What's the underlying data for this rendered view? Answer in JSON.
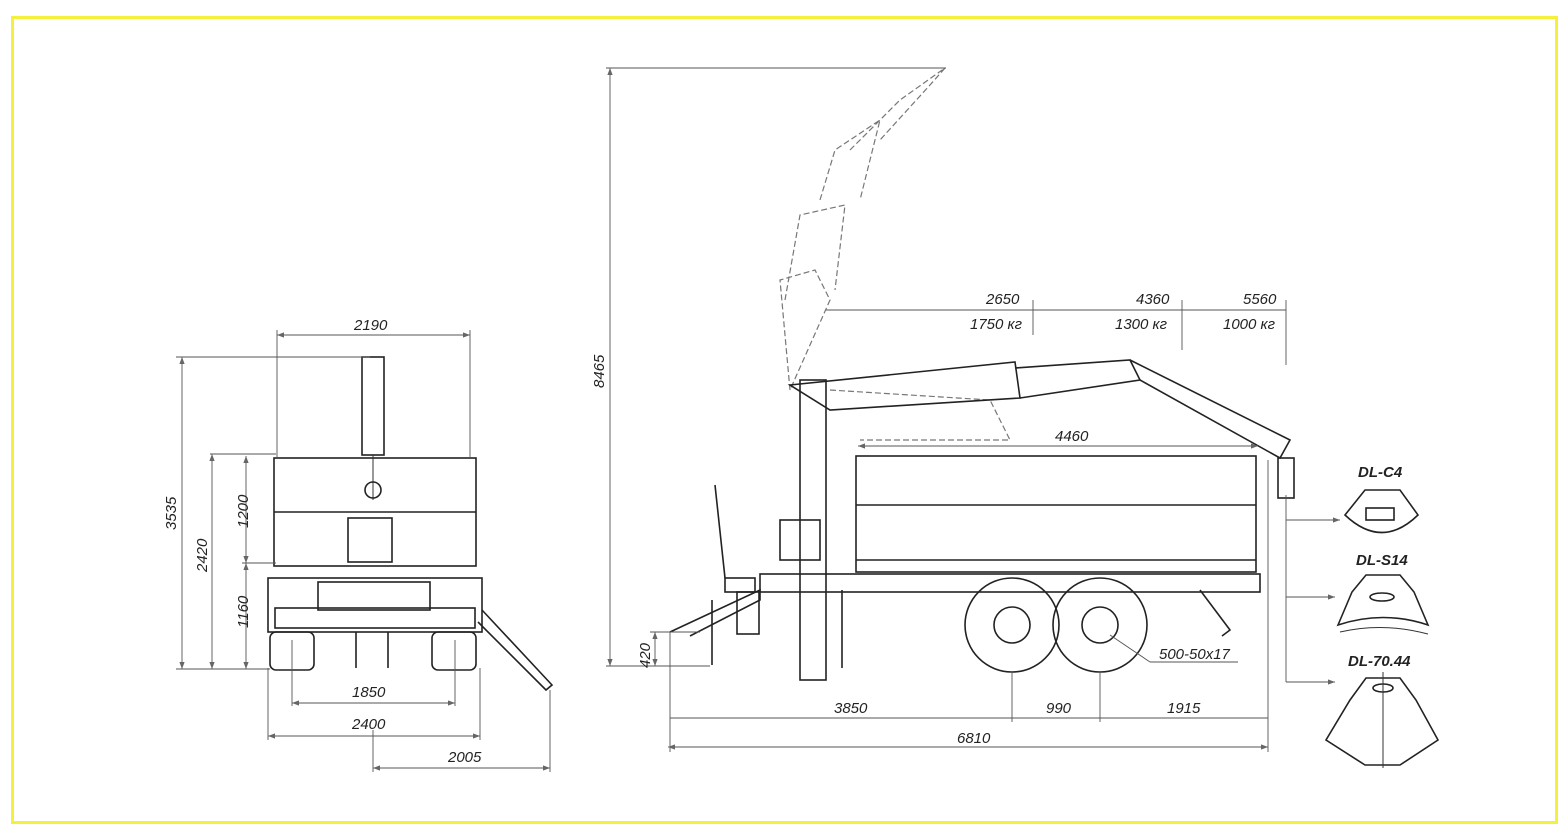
{
  "front_view": {
    "width_crane": "2190",
    "total_height": "3535",
    "body_height": "2420",
    "side_height": "1200",
    "deck_height": "1160",
    "track": "1850",
    "overall_width": "2400",
    "outrigger": "2005"
  },
  "side_view": {
    "max_height": "8465",
    "reach_1": "2650",
    "load_1": "1750 кг",
    "reach_2": "4360",
    "load_2": "1300 кг",
    "reach_3": "5560",
    "load_3": "1000 кг",
    "body_length": "4460",
    "hitch_height": "420",
    "hitch_to_axle": "3850",
    "axle_spacing": "990",
    "rear_overhang": "1915",
    "overall_length": "6810",
    "tire_size": "500-50x17"
  },
  "grapples": [
    "DL-C4",
    "DL-S14",
    "DL-70.44"
  ],
  "colors": {
    "frame": "#f5f03c",
    "line": "#222222"
  }
}
